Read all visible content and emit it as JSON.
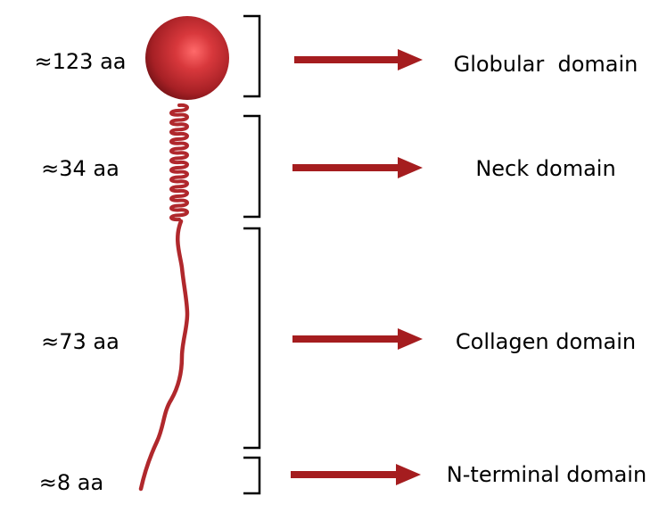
{
  "domains": [
    {
      "length": "≈123 aa",
      "name": "Globular  domain"
    },
    {
      "length": "≈34 aa",
      "name": "Neck domain"
    },
    {
      "length": "≈73 aa",
      "name": "Collagen domain"
    },
    {
      "length": "≈8 aa",
      "name": "N-terminal domain"
    }
  ],
  "colors": {
    "protein": "#b0282c",
    "arrow": "#a51d1f",
    "bracket": "#000000",
    "text": "#000000"
  }
}
